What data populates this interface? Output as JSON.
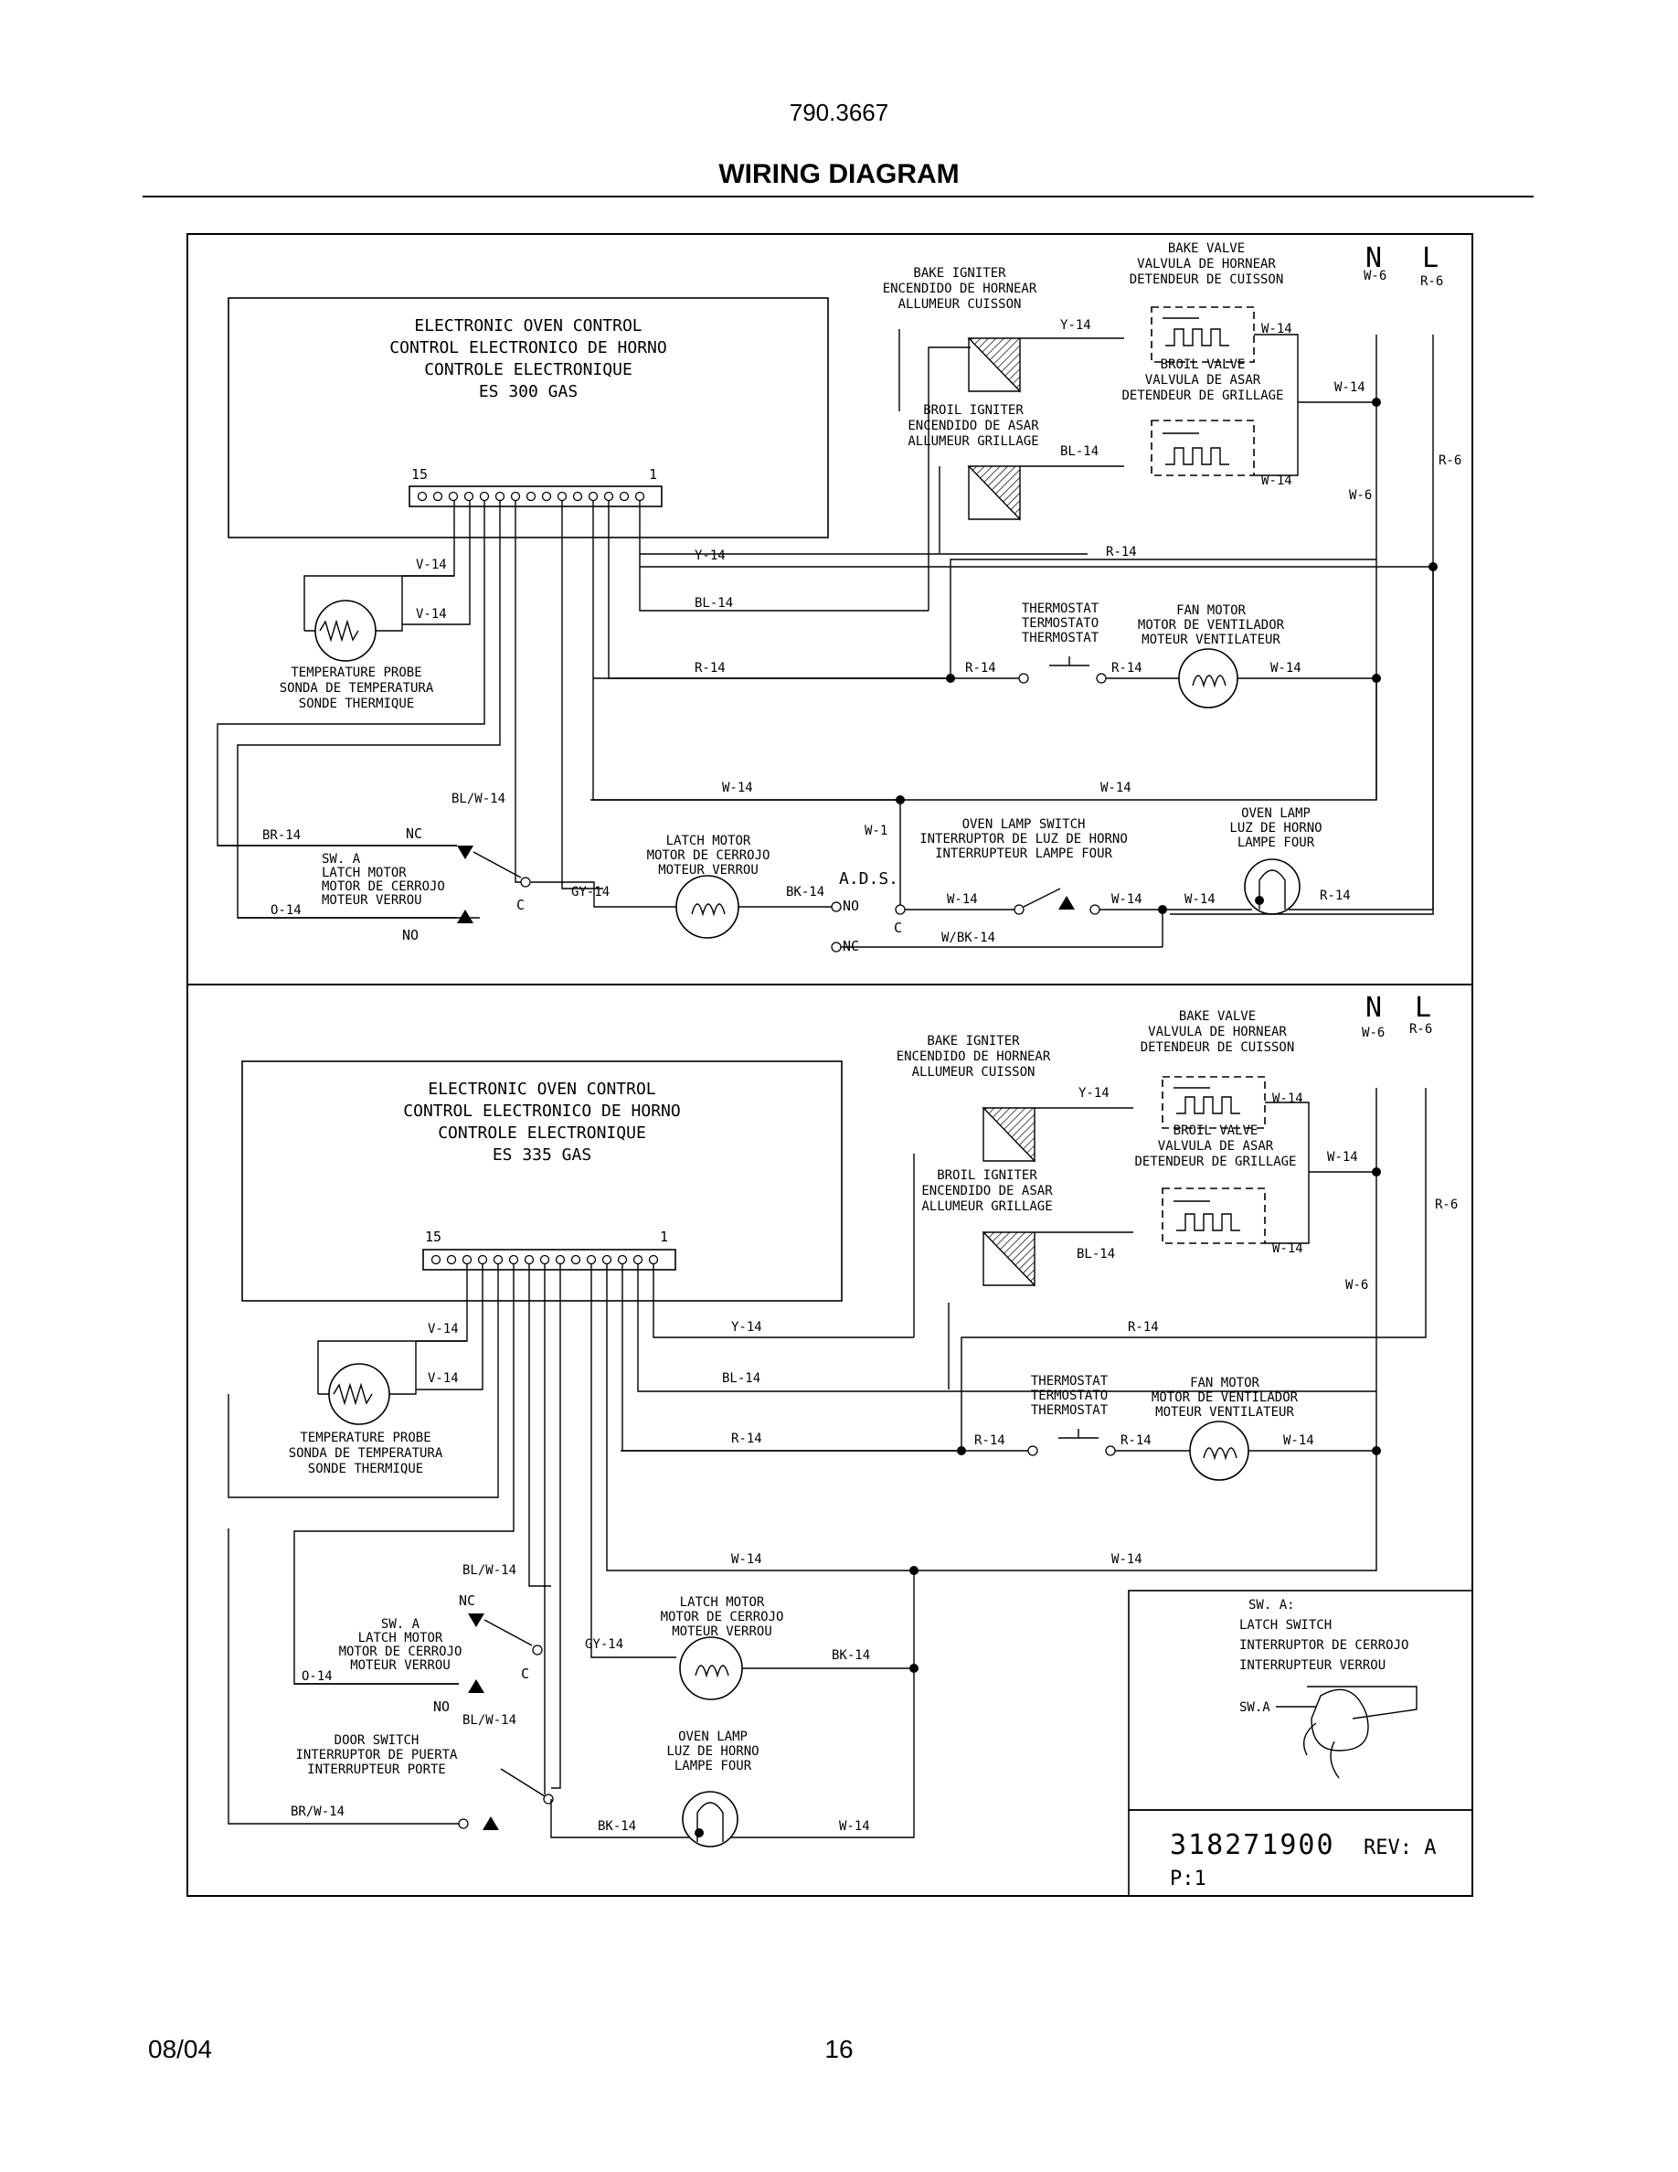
{
  "page": {
    "model": "790.3667",
    "title": "WIRING DIAGRAM",
    "date": "08/04",
    "page_number": "16"
  },
  "top": {
    "control": [
      "ELECTRONIC OVEN CONTROL",
      "CONTROL ELECTRONICO DE HORNO",
      "CONTROLE ELECTRONIQUE",
      "ES 300 GAS"
    ],
    "pin_15": "15",
    "pin_1": "1",
    "bake_igniter": [
      "BAKE IGNITER",
      "ENCENDIDO DE HORNEAR",
      "ALLUMEUR CUISSON"
    ],
    "broil_igniter": [
      "BROIL IGNITER",
      "ENCENDIDO DE ASAR",
      "ALLUMEUR GRILLAGE"
    ],
    "bake_valve": [
      "BAKE VALVE",
      "VALVULA DE HORNEAR",
      "DETENDEUR DE CUISSON"
    ],
    "broil_valve": [
      "BROIL VALVE",
      "VALVULA DE ASAR",
      "DETENDEUR DE GRILLAGE"
    ],
    "n": "N",
    "l": "L",
    "thermostat": [
      "THERMOSTAT",
      "TERMOSTATO",
      "THERMOSTAT"
    ],
    "fan_motor": [
      "FAN MOTOR",
      "MOTOR DE VENTILADOR",
      "MOTEUR VENTILATEUR"
    ],
    "temp_probe": [
      "TEMPERATURE PROBE",
      "SONDA DE TEMPERATURA",
      "SONDE THERMIQUE"
    ],
    "latch_motor": [
      "LATCH MOTOR",
      "MOTOR DE CERROJO",
      "MOTEUR VERROU"
    ],
    "sw_a": [
      "SW. A",
      "LATCH MOTOR",
      "MOTOR DE CERROJO",
      "MOTEUR VERROU"
    ],
    "lamp_switch": [
      "OVEN LAMP SWITCH",
      "INTERRUPTOR DE LUZ DE HORNO",
      "INTERRUPTEUR LAMPE FOUR"
    ],
    "oven_lamp": [
      "OVEN LAMP",
      "LUZ DE HORNO",
      "LAMPE FOUR"
    ],
    "ads": "A.D.S.",
    "nc": "NC",
    "no": "NO",
    "c": "C",
    "wires": {
      "y14": "Y-14",
      "bl14": "BL-14",
      "r14": "R-14",
      "w14": "W-14",
      "w6": "W-6",
      "r6": "R-6",
      "v14": "V-14",
      "blw14": "BL/W-14",
      "br14": "BR-14",
      "o14": "O-14",
      "gy14": "GY-14",
      "bk14": "BK-14",
      "w1": "W-1",
      "wbk14": "W/BK-14"
    }
  },
  "bottom": {
    "control": [
      "ELECTRONIC OVEN CONTROL",
      "CONTROL ELECTRONICO DE HORNO",
      "CONTROLE ELECTRONIQUE",
      "ES 335 GAS"
    ],
    "pin_15": "15",
    "pin_1": "1",
    "bake_igniter": [
      "BAKE IGNITER",
      "ENCENDIDO DE HORNEAR",
      "ALLUMEUR CUISSON"
    ],
    "broil_igniter": [
      "BROIL IGNITER",
      "ENCENDIDO DE ASAR",
      "ALLUMEUR GRILLAGE"
    ],
    "bake_valve": [
      "BAKE VALVE",
      "VALVULA DE HORNEAR",
      "DETENDEUR DE CUISSON"
    ],
    "broil_valve": [
      "BROIL VALVE",
      "VALVULA DE ASAR",
      "DETENDEUR DE GRILLAGE"
    ],
    "n": "N",
    "l": "L",
    "thermostat": [
      "THERMOSTAT",
      "TERMOSTATO",
      "THERMOSTAT"
    ],
    "fan_motor": [
      "FAN MOTOR",
      "MOTOR DE VENTILADOR",
      "MOTEUR VENTILATEUR"
    ],
    "temp_probe": [
      "TEMPERATURE PROBE",
      "SONDA DE TEMPERATURA",
      "SONDE THERMIQUE"
    ],
    "latch_motor": [
      "LATCH MOTOR",
      "MOTOR DE CERROJO",
      "MOTEUR VERROU"
    ],
    "sw_a": [
      "SW. A",
      "LATCH MOTOR",
      "MOTOR DE CERROJO",
      "MOTEUR VERROU"
    ],
    "door_switch": [
      "DOOR SWITCH",
      "INTERRUPTOR DE PUERTA",
      "INTERRUPTEUR PORTE"
    ],
    "oven_lamp": [
      "OVEN LAMP",
      "LUZ DE HORNO",
      "LAMPE FOUR"
    ],
    "nc": "NC",
    "no": "NO",
    "c": "C",
    "wires": {
      "y14": "Y-14",
      "bl14": "BL-14",
      "r14": "R-14",
      "w14": "W-14",
      "w6": "W-6",
      "r6": "R-6",
      "v14": "V-14",
      "blw14": "BL/W-14",
      "brw14": "BR/W-14",
      "o14": "O-14",
      "gy14": "GY-14",
      "bk14": "BK-14"
    }
  },
  "legend": {
    "lines": [
      "SW. A:",
      "LATCH SWITCH",
      "INTERRUPTOR DE CERROJO",
      "INTERRUPTEUR VERROU"
    ],
    "sw_label": "SW.A"
  },
  "title_block": {
    "part_number": "318271900",
    "revision": "REV: A",
    "page": "P:1"
  }
}
